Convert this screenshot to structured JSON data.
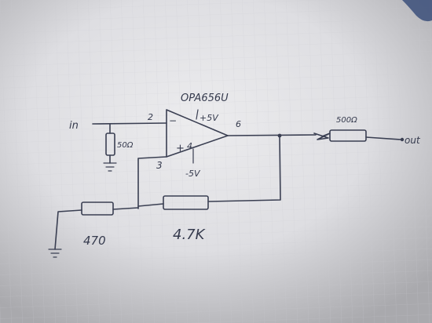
{
  "schematic": {
    "opamp_part": "OPA656U",
    "opamp_supply_pos": "+5V",
    "opamp_supply_neg": "-5V",
    "pin_inverting": "2",
    "pin_noninverting": "3",
    "pin_output": "6",
    "pin_inverting_sign": "−",
    "pin_noninverting_sign": "+",
    "pin_supply_marker": "4",
    "input_label": "in",
    "output_label": "out",
    "r_input_term": "50Ω",
    "r_output_series": "500Ω",
    "r_gain_ground": "470",
    "r_feedback": "4.7K"
  },
  "colors": {
    "ink": "#3a3f52",
    "paper": "#e7e7ea"
  }
}
